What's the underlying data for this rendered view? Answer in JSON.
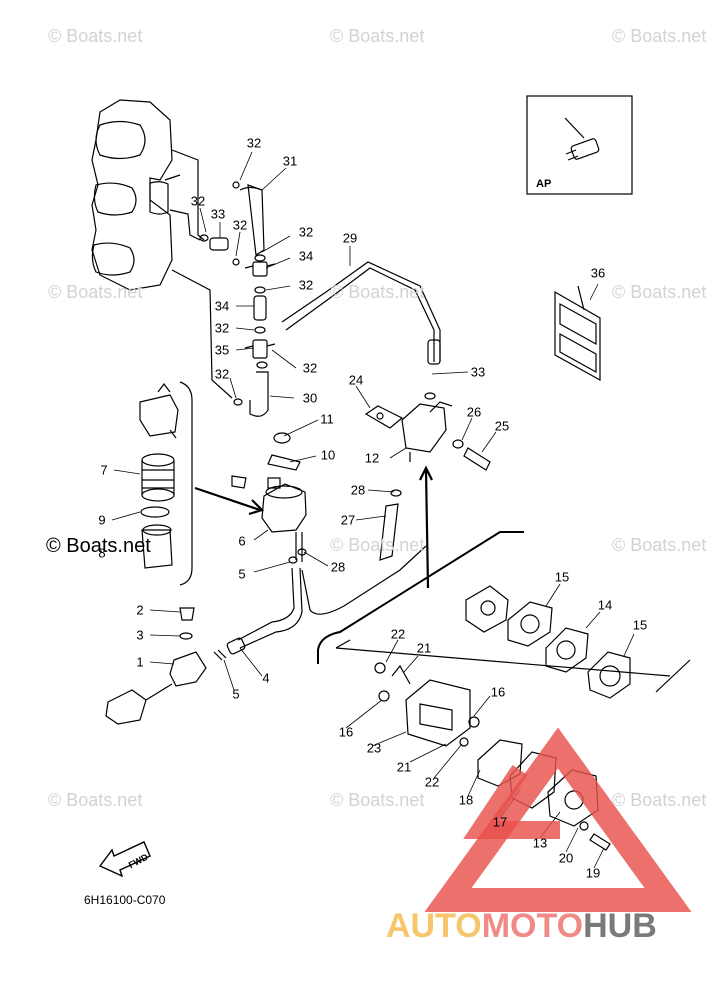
{
  "watermark": "© Boats.net",
  "watermark_visible": "© Boats.net",
  "diagram_code": "6H16100-C070",
  "fwd_label": "FWD",
  "ap_label": "AP",
  "brand": {
    "part1": "AUTO",
    "part2": "MOTO",
    "part3": "HUB"
  },
  "colors": {
    "line": "#000000",
    "watermark": "#d2d2d2",
    "triangle": "#e8504c",
    "brand_auto": "#f7c56b",
    "brand_moto": "#ef8a86",
    "brand_hub": "#7a7a7a"
  },
  "callouts": [
    "1",
    "2",
    "3",
    "4",
    "5",
    "5",
    "6",
    "7",
    "8",
    "9",
    "10",
    "11",
    "12",
    "13",
    "14",
    "15",
    "15",
    "16",
    "16",
    "17",
    "18",
    "19",
    "20",
    "21",
    "21",
    "22",
    "22",
    "23",
    "24",
    "25",
    "26",
    "27",
    "28",
    "28",
    "29",
    "30",
    "31",
    "32",
    "32",
    "32",
    "32",
    "32",
    "32",
    "32",
    "32",
    "33",
    "33",
    "34",
    "34",
    "35",
    "36"
  ]
}
